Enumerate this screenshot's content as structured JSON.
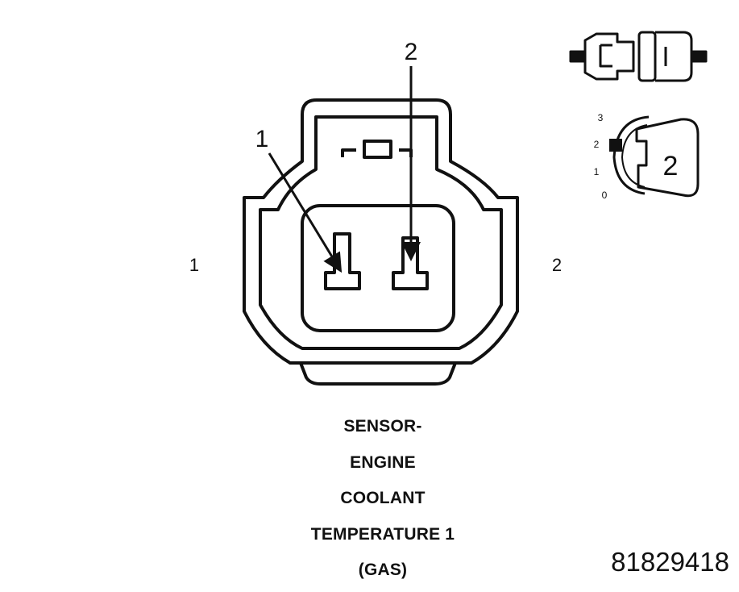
{
  "callouts": {
    "terminal_1": "1",
    "terminal_2": "2"
  },
  "side_labels": {
    "left": "1",
    "right": "2"
  },
  "position_indicator": {
    "scale": [
      "3",
      "2",
      "1",
      "0"
    ],
    "value": "2"
  },
  "caption": {
    "lines": [
      "SENSOR-",
      "ENGINE",
      "COOLANT",
      "TEMPERATURE 1",
      "(GAS)"
    ]
  },
  "reference_number": "81829418"
}
